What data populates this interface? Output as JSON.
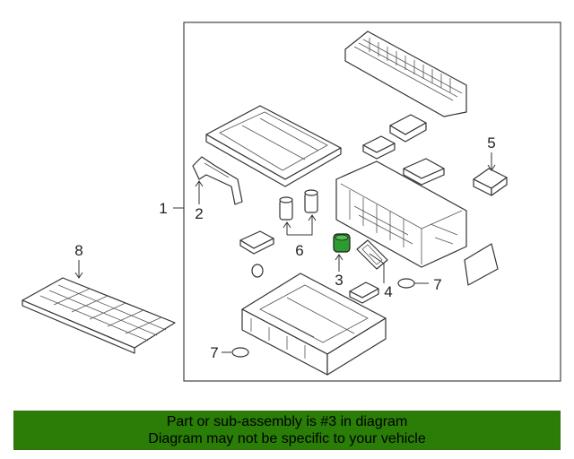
{
  "callouts": {
    "c1": "1",
    "c2": "2",
    "c3": "3",
    "c4": "4",
    "c5": "5",
    "c6": "6",
    "c7a": "7",
    "c7b": "7",
    "c8": "8"
  },
  "banner": {
    "line1": "Part or sub-assembly is #3 in diagram",
    "line2": "Diagram may not be specific to your vehicle",
    "background": "#2a7d07"
  },
  "colors": {
    "highlight_part": "#2e9b2e"
  }
}
